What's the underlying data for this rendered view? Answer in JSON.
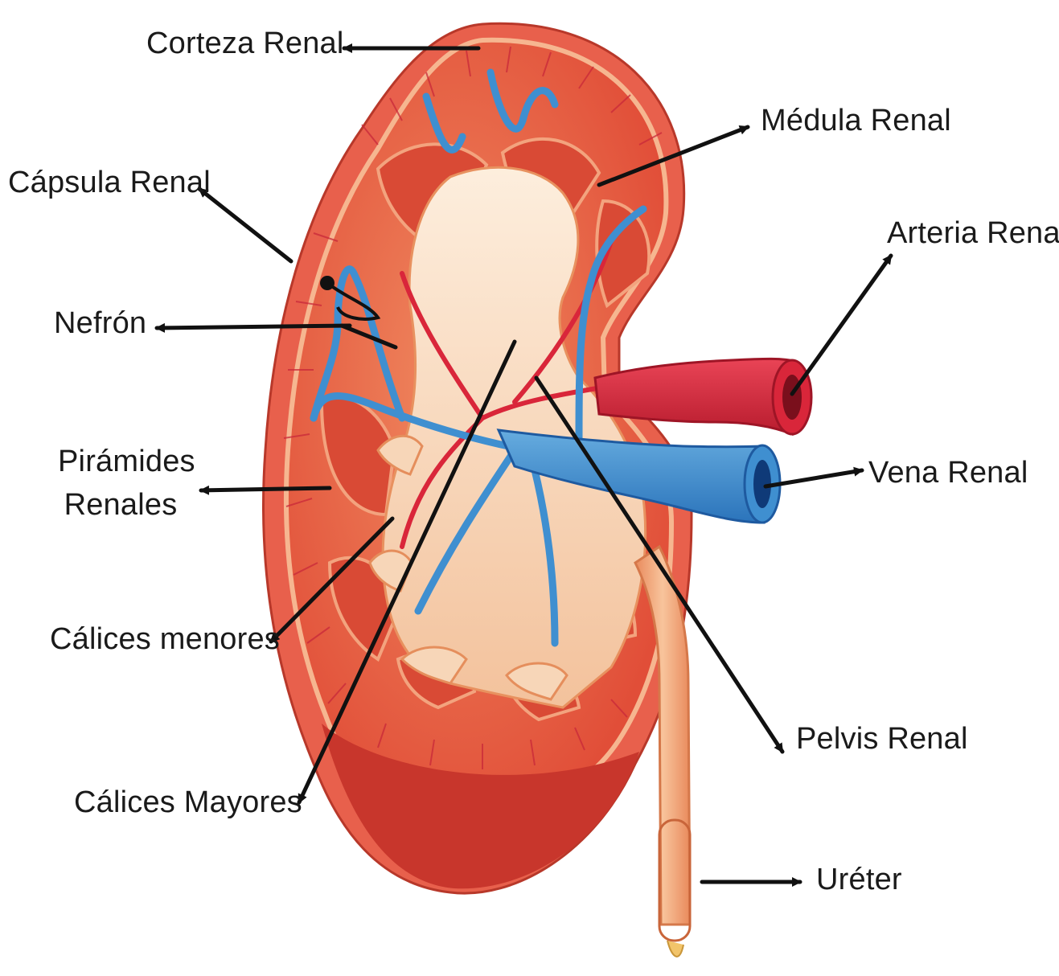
{
  "diagram": {
    "colors": {
      "capsule": "#e8604c",
      "cortex": "#e9573e",
      "cortex_light": "#f4a07a",
      "medulla": "#d94a35",
      "pelvis": "#f6d3b4",
      "pelvis_light": "#fbe8d5",
      "artery": "#d9263a",
      "artery_dark": "#9e1526",
      "vein": "#3f8fd0",
      "vein_dark": "#1e5aa0",
      "ureter": "#f2a878",
      "arrow": "#111111"
    },
    "labels": {
      "corteza": "Corteza Renal",
      "medula": "Médula Renal",
      "capsula": "Cápsula Renal",
      "arteria": "Arteria Renal",
      "nefron": "Nefrón",
      "piramides_1": "Pirámides",
      "piramides_2": "Renales",
      "vena": "Vena Renal",
      "calices_menores": "Cálices menores",
      "pelvis": "Pelvis Renal",
      "calices_mayores": "Cálices Mayores",
      "ureter": "Uréter"
    }
  }
}
